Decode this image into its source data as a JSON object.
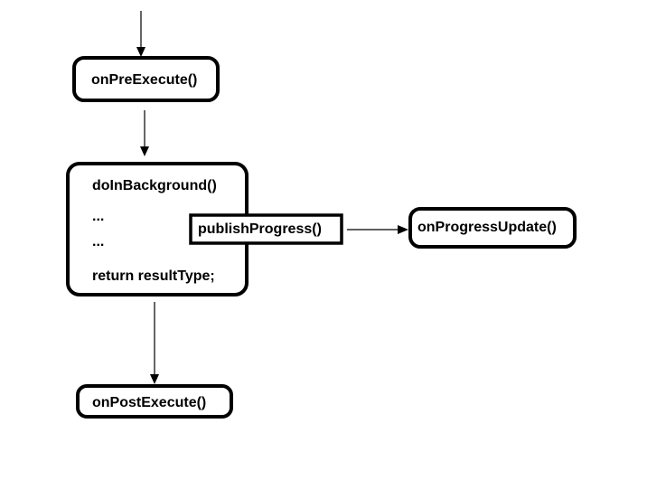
{
  "nodes": {
    "on_pre_execute": "onPreExecute()",
    "do_in_background": {
      "title": "doInBackground()",
      "line1": "...",
      "line2": "...",
      "return_stmt": "return resultType;"
    },
    "publish_progress": "publishProgress()",
    "on_progress_update": "onProgressUpdate()",
    "on_post_execute": "onPostExecute()"
  }
}
